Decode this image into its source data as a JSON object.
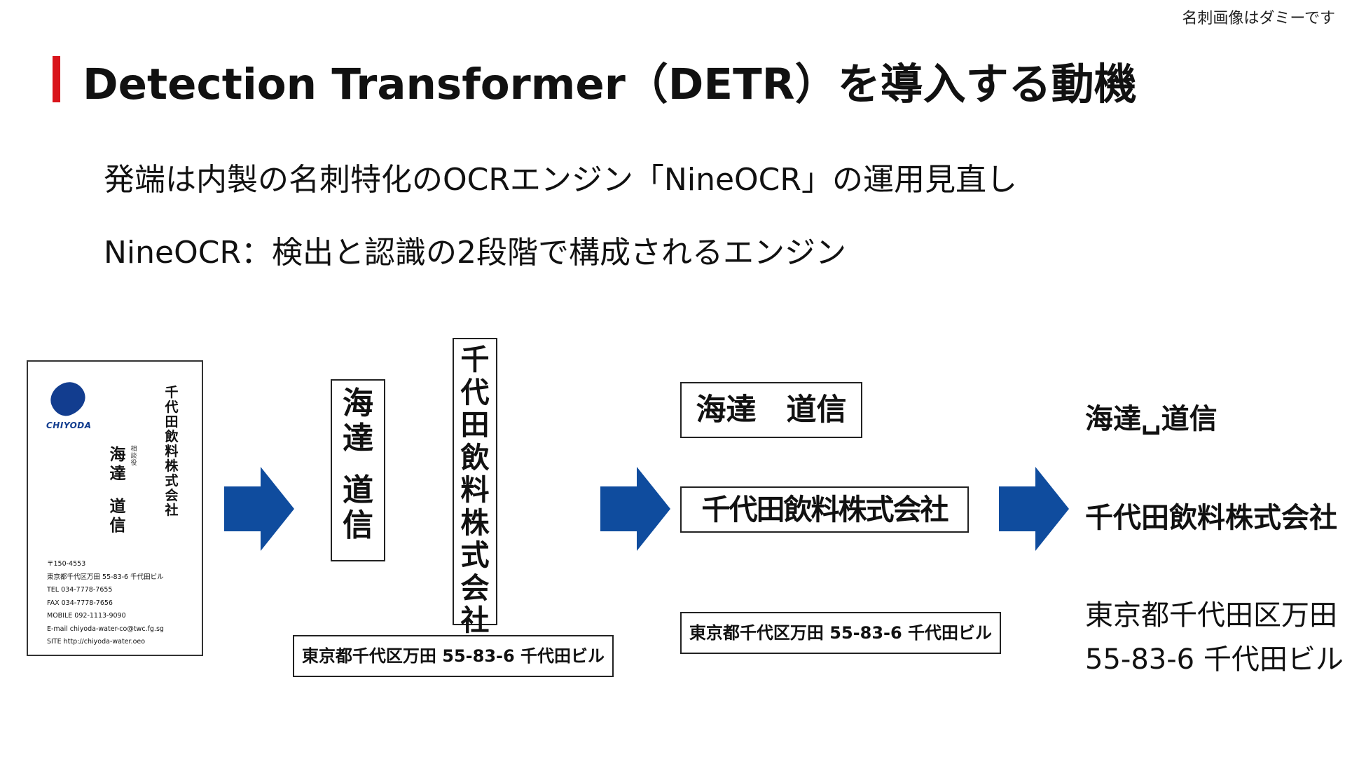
{
  "note": "名刺画像はダミーです",
  "title": "Detection Transformer（DETR）を導入する動機",
  "lines": [
    "発端は内製の名刺特化のOCRエンジン「NineOCR」の運用見直し",
    "NineOCR：検出と認識の2段階で構成されるエンジン"
  ],
  "colors": {
    "accent_bar": "#d9141b",
    "arrow": "#0f4c9e",
    "logo": "#123d8f"
  },
  "card": {
    "logo_text": "CHIYODA",
    "company": "千代田飲料株式会社",
    "role": "相談役",
    "name_family": "海達",
    "name_given": "道信",
    "info": [
      "〒150-4553",
      "東京都千代区万田 55-83-6 千代田ビル",
      "TEL 034-7778-7655",
      "FAX 034-7778-7656",
      "MOBILE 092-1113-9090",
      "E-mail chiyoda-water-co@twc.fg.sg",
      "SITE http://chiyoda-water.oeo"
    ]
  },
  "detected": {
    "name_family": "海達",
    "name_given": "道信",
    "company": "千代田飲料株式会社",
    "address": "東京都千代区万田 55-83-6 千代田ビル"
  },
  "rectified": {
    "name": "海達　道信",
    "company": "千代田飲料株式会社",
    "address": "東京都千代区万田 55-83-6 千代田ビル"
  },
  "recognized": {
    "name": "海達␣道信",
    "company": "千代田飲料株式会社",
    "address_line1": "東京都千代田区万田",
    "address_line2": "55-83-6 千代田ビル"
  },
  "arrows": [
    "arrow-right-icon",
    "arrow-right-icon",
    "arrow-right-icon"
  ]
}
